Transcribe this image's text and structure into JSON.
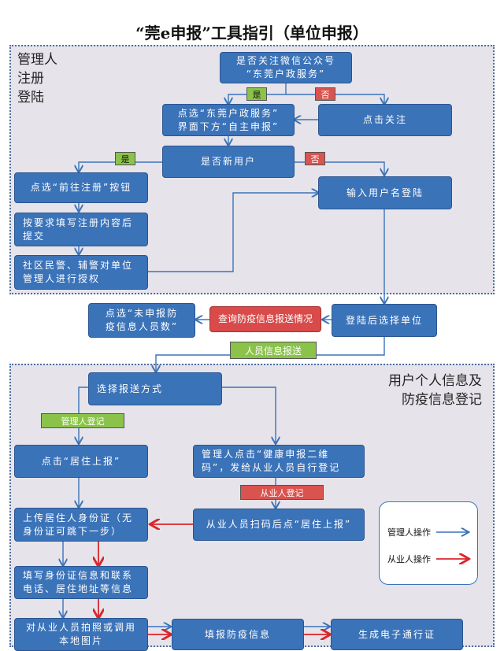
{
  "title": "“莞e申报”工具指引（单位申报）",
  "sections": {
    "top_label": "管理人\n注册\n登陆",
    "bottom_label": "用户个人信息及\n防疫信息登记"
  },
  "nodes": {
    "follow_q": "是否关注微信公众号\n“东莞户政服务”",
    "click_follow": "点击关注",
    "select_service": "点选“东莞户政服务”\n界面下方“自主申报”",
    "new_user_q": "是否新用户",
    "goto_register": "点选“前往注册”按钮",
    "login": "输入用户名登陆",
    "fill_register": "按要求填写注册内容后\n提交",
    "authorize": "社区民警、辅警对单位\n管理人进行授权",
    "select_unit": "登陆后选择单位",
    "query_report": "查询防疫信息报送情况",
    "select_unreported": "点选“未申报防\n疫信息人员数”",
    "choose_method": "选择报送方式",
    "click_residence": "点击“居住上报”",
    "send_qr": "管理人点击“健康申报二维\n码”，发给从业人员自行登记",
    "scan_qr": "从业人员扫码后点“居住上报”",
    "upload_id": "上传居住人身份证（无\n身份证可跳下一步）",
    "fill_id": "填写身份证信息和联系\n电话、居住地址等信息",
    "take_photo": "对从业人员拍照或调用\n本地图片",
    "fill_health": "填报防疫信息",
    "generate_pass": "生成电子通行证"
  },
  "tags": {
    "yes1": "是",
    "no1": "否",
    "yes2": "是",
    "no2": "否",
    "staff_report": "人员信息报送",
    "manager_reg": "管理人登记",
    "employee_reg": "从业人登记"
  },
  "legend": {
    "manager": "管理人操作",
    "employee": "从业人操作"
  },
  "colors": {
    "box": "#3b73b9",
    "arrow_blue": "#3b73b9",
    "arrow_red": "#d9262b"
  }
}
